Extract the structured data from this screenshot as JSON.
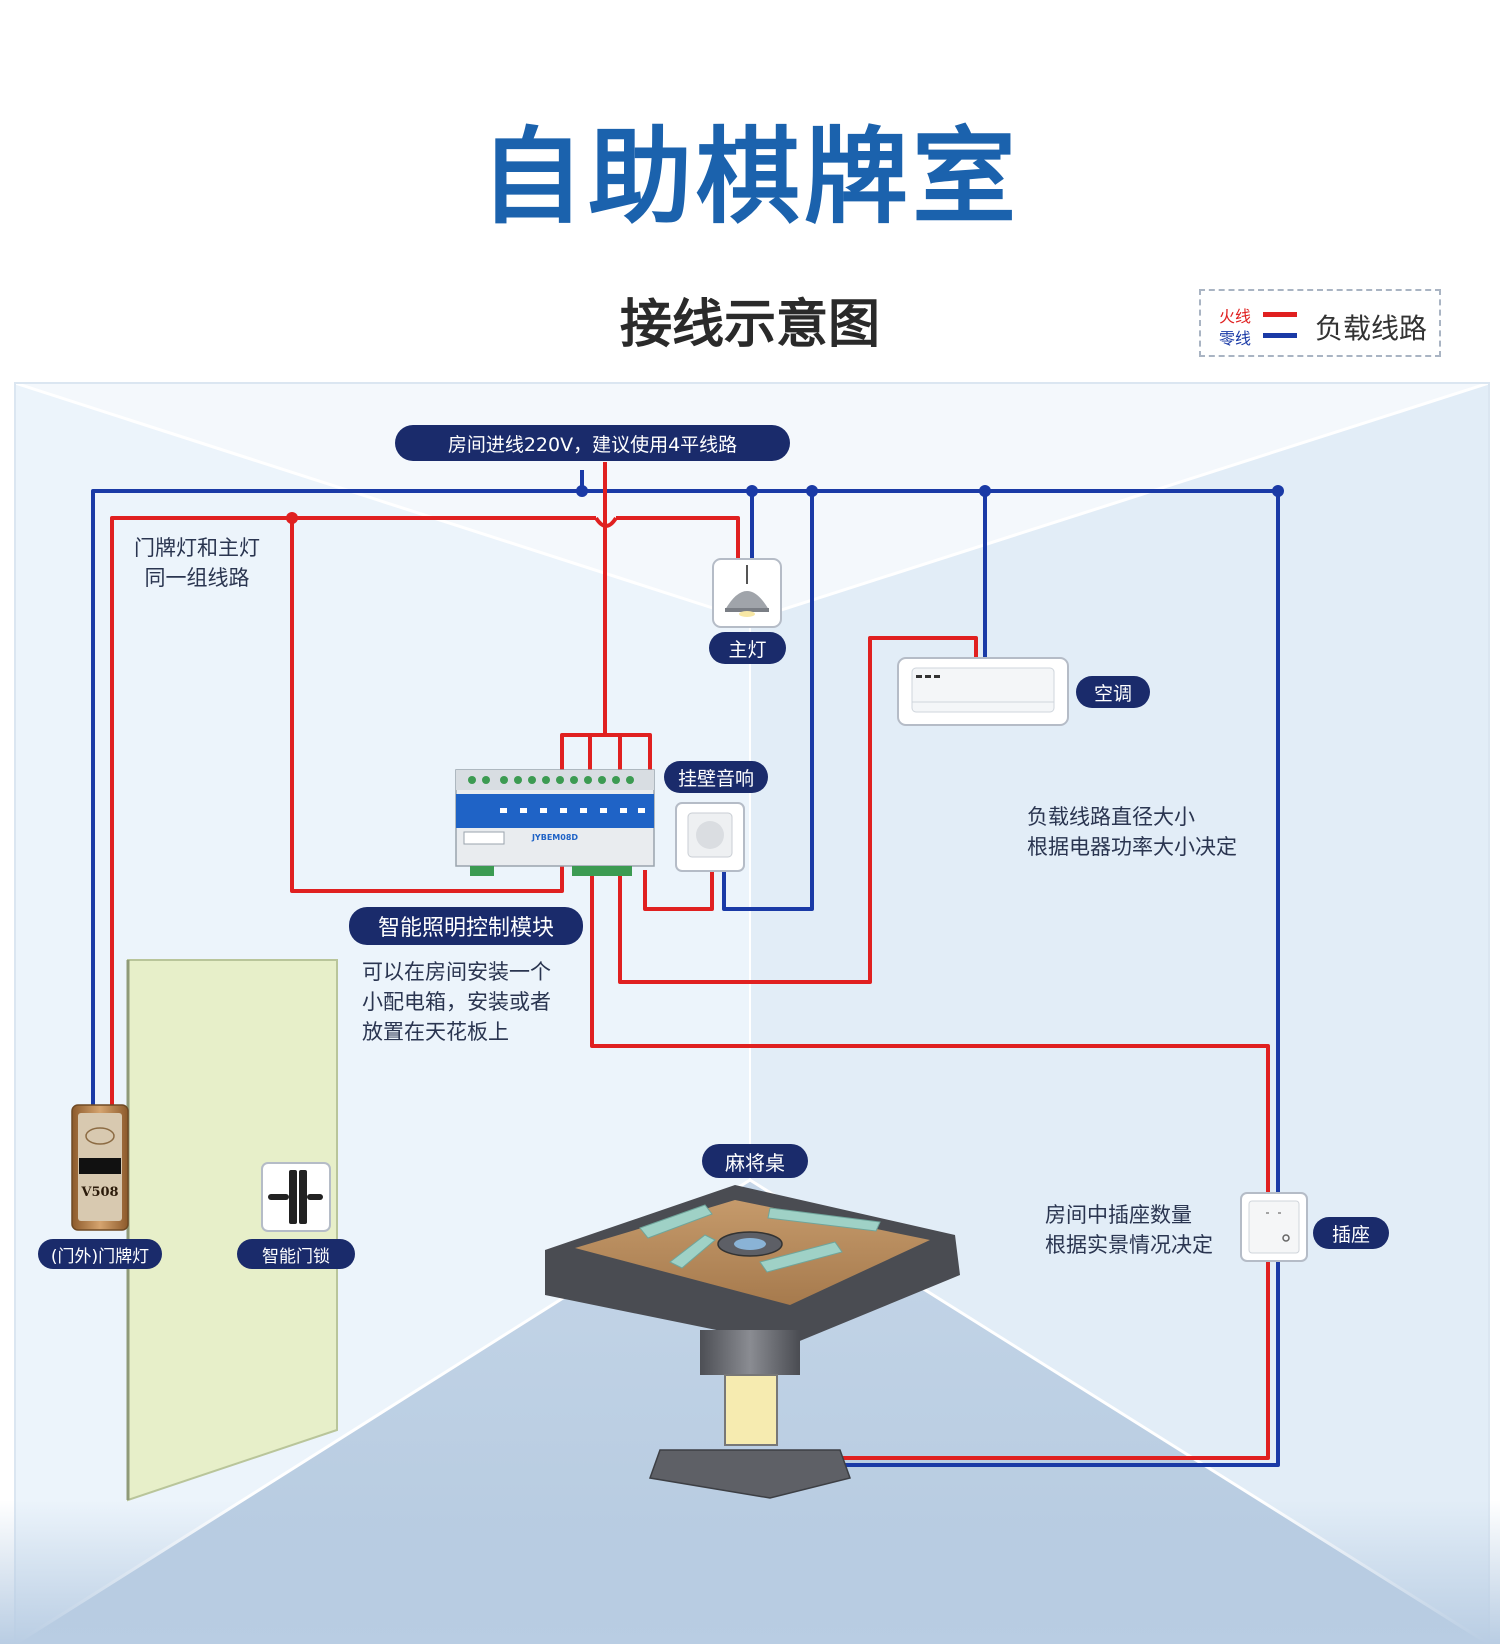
{
  "title": "自助棋牌室",
  "subtitle": "接线示意图",
  "legend": {
    "fire": "火线",
    "zero": "零线",
    "label": "负载线路",
    "fire_color": "#e02020",
    "zero_color": "#1a3aa6"
  },
  "labels": {
    "incoming": "房间进线220V，建议使用4平线路",
    "main_light": "主灯",
    "ac": "空调",
    "speaker": "挂壁音响",
    "module": "智能照明控制模块",
    "mahjong": "麻将桌",
    "socket": "插座",
    "door_light": "(门外)门牌灯",
    "door_lock": "智能门锁"
  },
  "notes": {
    "door_light_note": "门牌灯和主灯\n同一组线路",
    "module_note": "可以在房间安装一个\n小配电箱，安装或者\n放置在天花板上",
    "load_note": "负载线路直径大小\n根据电器功率大小决定",
    "socket_note": "房间中插座数量\n根据实景情况决定"
  },
  "device_text": {
    "module_model": "JYBEM08D",
    "room_number": "V508"
  }
}
